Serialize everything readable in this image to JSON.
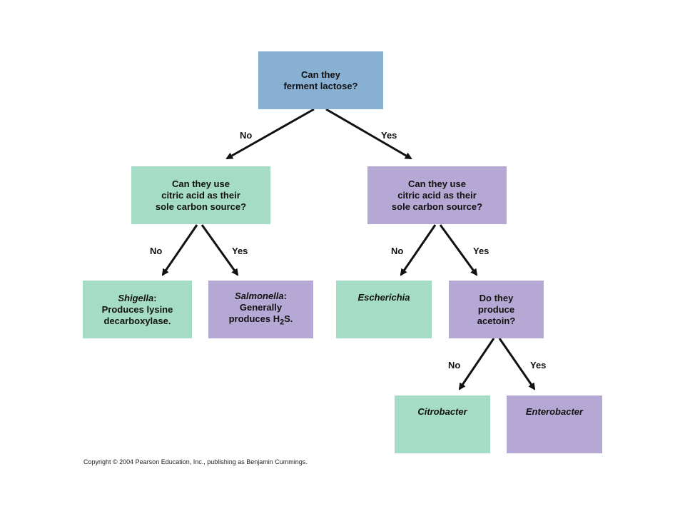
{
  "nodes": {
    "root": {
      "line1": "Can they",
      "line2": "ferment lactose?"
    },
    "left_citrate": {
      "line1": "Can they use",
      "line2": "citric acid as their",
      "line3": "sole carbon source?"
    },
    "right_citrate": {
      "line1": "Can they use",
      "line2": "citric acid as their",
      "line3": "sole carbon source?"
    },
    "shigella": {
      "genus": "Shigella",
      "suffix": ":",
      "line2": "Produces lysine",
      "line3": "decarboxylase."
    },
    "salmonella": {
      "genus": "Salmonella",
      "suffix": ":",
      "line2": "Generally",
      "line3_pre": "produces H",
      "line3_sub": "2",
      "line3_post": "S."
    },
    "escherichia": {
      "genus": "Escherichia"
    },
    "acetoin": {
      "line1": "Do they",
      "line2": "produce",
      "line3": "acetoin?"
    },
    "citrobacter": {
      "genus": "Citrobacter"
    },
    "enterobacter": {
      "genus": "Enterobacter"
    }
  },
  "edge_labels": {
    "root_no": "No",
    "root_yes": "Yes",
    "left_no": "No",
    "left_yes": "Yes",
    "right_no": "No",
    "right_yes": "Yes",
    "acetoin_no": "No",
    "acetoin_yes": "Yes"
  },
  "colors": {
    "root": "#88b0d3",
    "no_branch": "#a5dcc6",
    "yes_branch": "#b6a8d4",
    "arrow": "#111111"
  },
  "copyright": "Copyright © 2004 Pearson Education, Inc., publishing as Benjamin Cummings."
}
